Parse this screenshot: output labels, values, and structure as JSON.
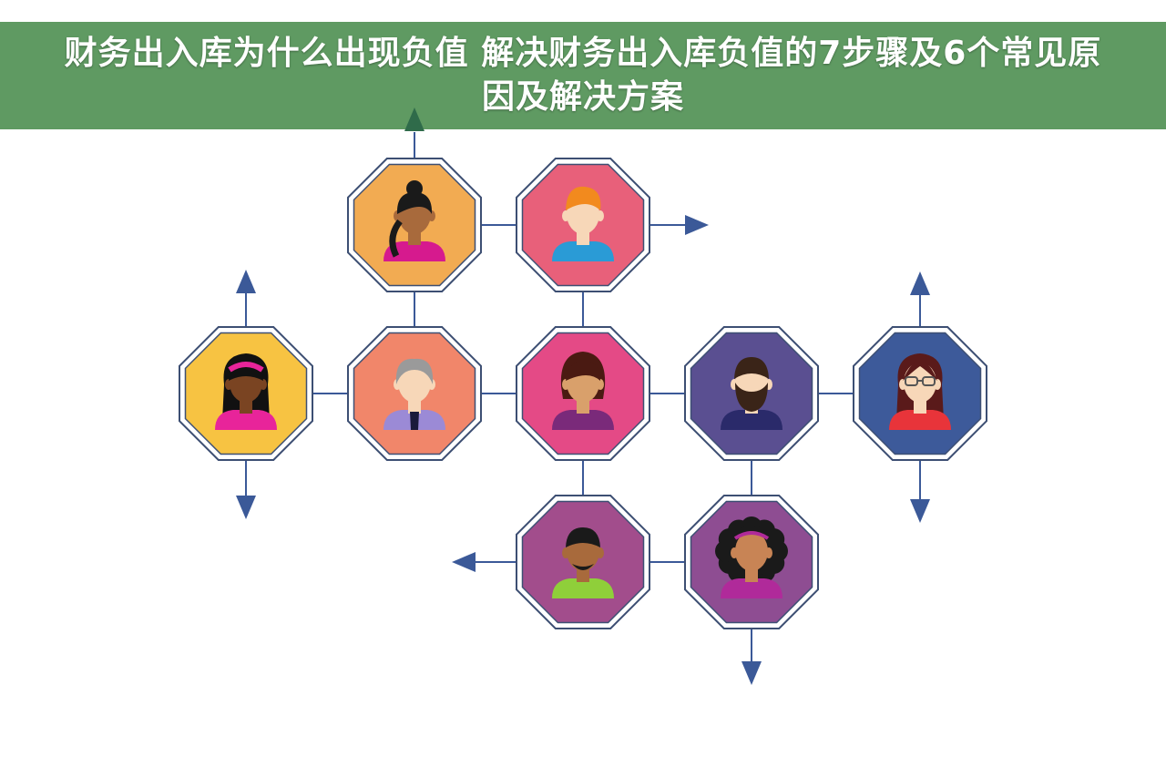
{
  "banner": {
    "title": "财务出入库为什么出现负值 解决财务出入库负值的7步骤及6个常见原因及解决方案",
    "color": "#5f9a62"
  },
  "colors": {
    "line": "#3b5998",
    "arrow": "#3b5998",
    "octagon_border": "#3d4f73",
    "skin_light": "#f7d7b8",
    "skin_tan": "#d9a06b",
    "skin_dark": "#8b5a32"
  },
  "nodes": [
    {
      "id": "n1",
      "bg": "#f2ab52",
      "person": "woman-ponytail-icon",
      "hair": "#1a1a1a",
      "skin": "#a86a3c",
      "shirt": "#d61a8e"
    },
    {
      "id": "n2",
      "bg": "#e8607a",
      "person": "man-orange-hair-icon",
      "hair": "#f28a1e",
      "skin": "#f7d7b8",
      "shirt": "#2a9bd6"
    },
    {
      "id": "n3",
      "bg": "#f7c342",
      "person": "woman-headband-icon",
      "hair": "#111111",
      "skin": "#7a4422",
      "shirt": "#e8249a"
    },
    {
      "id": "n4",
      "bg": "#f1866a",
      "person": "older-man-tie-icon",
      "hair": "#9a9a9a",
      "skin": "#f7d7b8",
      "shirt": "#9b8ad6"
    },
    {
      "id": "n5",
      "bg": "#e44a86",
      "person": "woman-bob-icon",
      "hair": "#4a1a12",
      "skin": "#d9a06b",
      "shirt": "#7a2a7a"
    },
    {
      "id": "n6",
      "bg": "#5a4f91",
      "person": "bearded-man-icon",
      "hair": "#3a2418",
      "skin": "#f7d7b8",
      "shirt": "#2a2a6a"
    },
    {
      "id": "n7",
      "bg": "#3d5a9a",
      "person": "woman-glasses-icon",
      "hair": "#5a1a1a",
      "skin": "#f7d7b8",
      "shirt": "#e8343a"
    },
    {
      "id": "n8",
      "bg": "#a24d8c",
      "person": "man-goatee-icon",
      "hair": "#1a1a1a",
      "skin": "#a86a3c",
      "shirt": "#8fcf3a"
    },
    {
      "id": "n9",
      "bg": "#8e4d92",
      "person": "woman-curly-hair-icon",
      "hair": "#1a1a1a",
      "skin": "#c88455",
      "shirt": "#b02a9a"
    }
  ]
}
